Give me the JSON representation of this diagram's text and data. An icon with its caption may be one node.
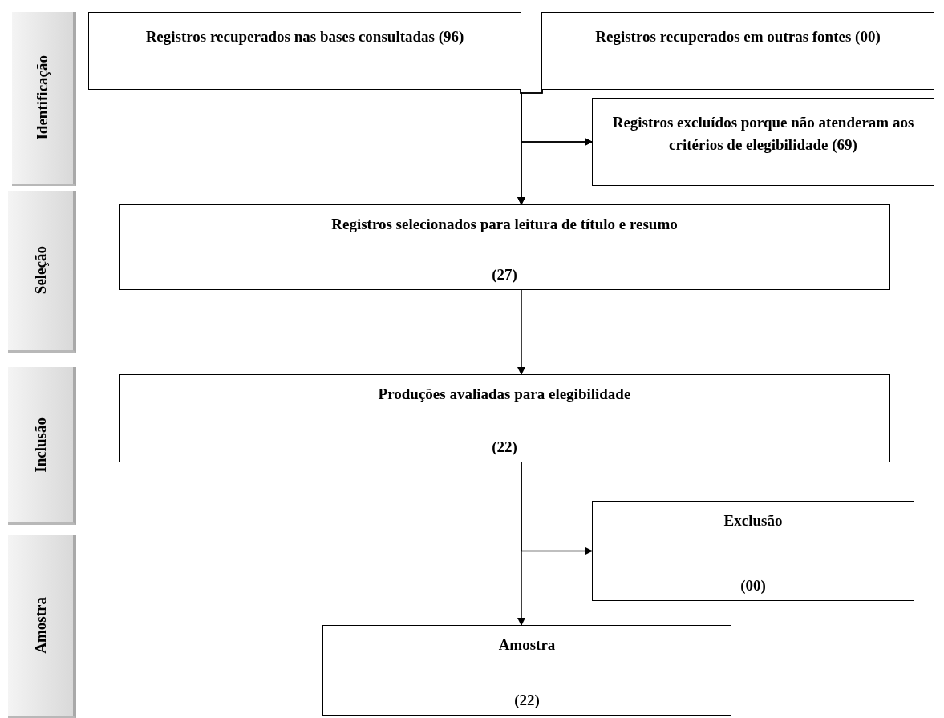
{
  "diagram": {
    "nodes": [
      {
        "text": [
          "Identificação"
        ]
      },
      {
        "text": [
          "Seleção"
        ]
      },
      {
        "text": [
          "Inclusão"
        ]
      },
      {
        "text": [
          "Amostra"
        ]
      },
      {
        "text": [
          "Registros recuperados nas bases consultadas (96)"
        ]
      },
      {
        "text": [
          "Registros recuperados em outras fontes (00)"
        ]
      },
      {
        "text": [
          "Registros excluídos porque não atenderam aos critérios de elegibilidade (69)"
        ]
      },
      {
        "text": [
          "Registros selecionados para leitura de título e resumo",
          "(27)"
        ]
      },
      {
        "text": [
          "Produções avaliadas para elegibilidade",
          "(22)"
        ]
      },
      {
        "text": [
          "Exclusão",
          "(00)"
        ]
      },
      {
        "text": [
          "Amostra",
          "(22)"
        ]
      }
    ],
    "edges": [
      {
        "from": 4,
        "to": 7,
        "arrow": "to"
      },
      {
        "from": 5,
        "to": 7,
        "arrow": "to"
      },
      {
        "from": 4,
        "to": 6,
        "arrow": "to"
      },
      {
        "from": 5,
        "to": 6,
        "arrow": "to"
      },
      {
        "from": 7,
        "to": 8,
        "arrow": "to"
      },
      {
        "from": 8,
        "to": 10,
        "arrow": "to"
      },
      {
        "from": 8,
        "to": 9,
        "arrow": "to"
      }
    ]
  }
}
